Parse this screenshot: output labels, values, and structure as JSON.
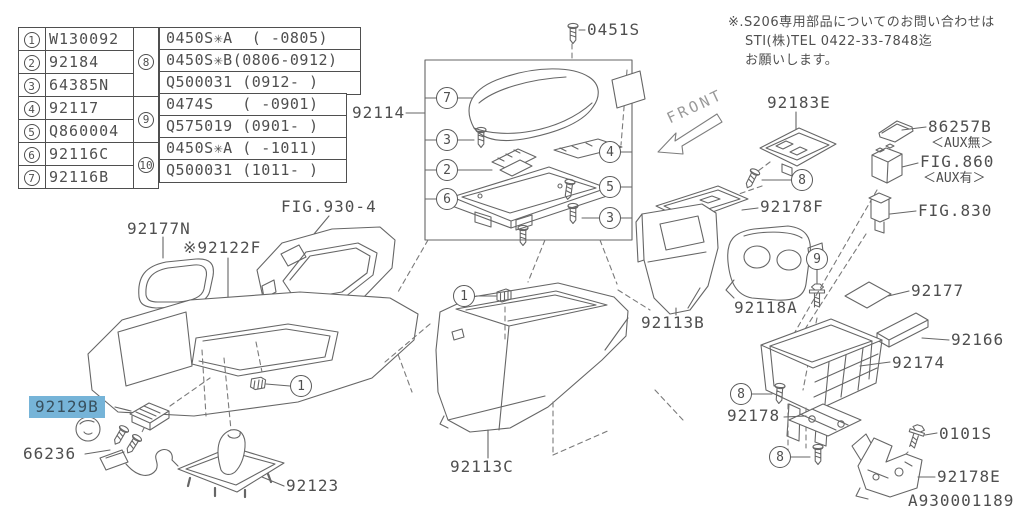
{
  "colors": {
    "highlight": "#76b4d8",
    "line": "#666666",
    "text": "#4f4f4f"
  },
  "note": {
    "line1": "※.S206専用部品についてのお問い合わせは",
    "line2": "STI(株)TEL 0422-33-7848迄",
    "line3": "お願いします。"
  },
  "doc_number": "A930001189",
  "ref_table": [
    {
      "num": "1",
      "part": "W130092"
    },
    {
      "num": "2",
      "part": "92184"
    },
    {
      "num": "3",
      "part": "64385N"
    },
    {
      "num": "4",
      "part": "92117"
    },
    {
      "num": "5",
      "part": "Q860004"
    },
    {
      "num": "6",
      "part": "92116C"
    },
    {
      "num": "7",
      "part": "92116B"
    }
  ],
  "variant_table": [
    {
      "num": "8",
      "rows": [
        "0450S✳A  ( -0805)",
        "0450S✳B(0806-0912)",
        "Q500031 (0912- )"
      ]
    },
    {
      "num": "9",
      "rows": [
        "0474S   ( -0901)",
        "Q575019 (0901- )"
      ]
    },
    {
      "num": "10",
      "rows": [
        "0450S✳A ( -1011)",
        "Q500031 (1011- )"
      ]
    }
  ],
  "labels": {
    "p0451S": "0451S",
    "p92114": "92114",
    "front": "FRONT",
    "p92183E": "92183E",
    "p86257B": "86257B",
    "aux_none": "＜AUX無＞",
    "fig860": "FIG.860",
    "aux_yes": "＜AUX有＞",
    "fig830": "FIG.830",
    "p92178F": "92178F",
    "p92113B": "92113B",
    "p92118A": "92118A",
    "p92177": "92177",
    "p92166": "92166",
    "p92174": "92174",
    "p92178": "92178",
    "p0101S": "0101S",
    "p92178E": "92178E",
    "p92177N": "92177N",
    "p92122F": "※92122F",
    "fig930": "FIG.930-4",
    "p92113C": "92113C",
    "p92129B": "92129B",
    "p66236": "66236",
    "p92123": "92123"
  },
  "callouts": [
    "7",
    "3",
    "2",
    "6",
    "4",
    "5",
    "3",
    "8",
    "9",
    "8",
    "8",
    "1",
    "1"
  ]
}
